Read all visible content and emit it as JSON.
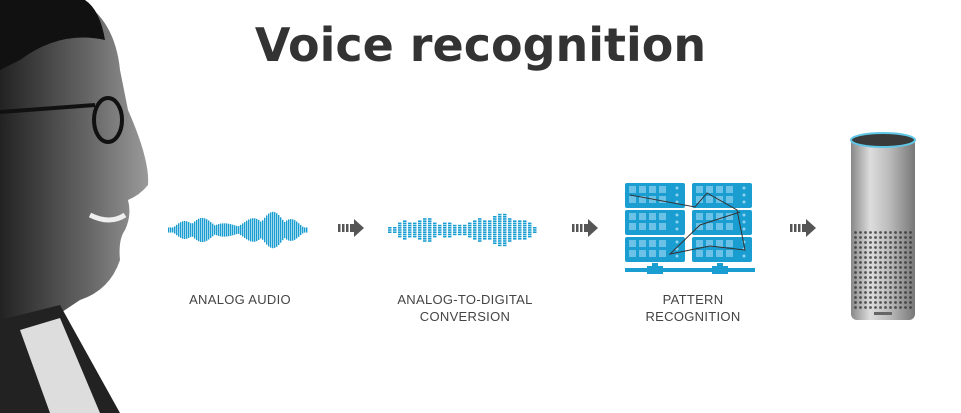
{
  "title": "Voice recognition",
  "steps": [
    {
      "label": "ANALOG AUDIO"
    },
    {
      "label_line1": "ANALOG-TO-DIGITAL",
      "label_line2": "CONVERSION"
    },
    {
      "label_line1": "PATTERN",
      "label_line2": "RECOGNITION"
    }
  ],
  "colors": {
    "accent": "#1a9ed2",
    "arrow": "#555555",
    "title": "#333333"
  }
}
